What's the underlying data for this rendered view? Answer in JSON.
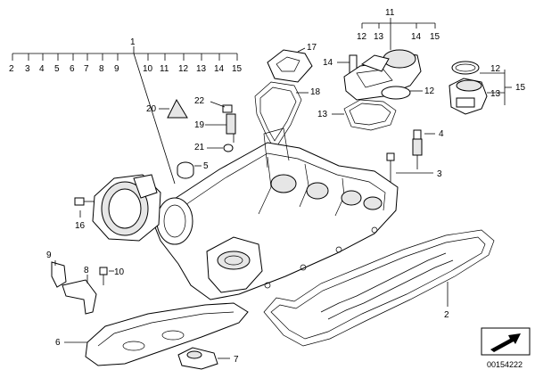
{
  "callouts": {
    "c1": "1",
    "c2": "2",
    "c3": "3",
    "c4": "4",
    "c5": "5",
    "c6": "6",
    "c7": "7",
    "c8": "8",
    "c9": "9",
    "c10": "10",
    "c11": "11",
    "c12": "12",
    "c13": "13",
    "c14": "14",
    "c15": "15",
    "c16": "16",
    "c17": "17",
    "c18": "18",
    "c19": "19",
    "c20": "20",
    "c21": "21",
    "c22": "22"
  },
  "top_left_row": [
    "2",
    "3",
    "4",
    "5",
    "6",
    "7",
    "8",
    "9",
    "10",
    "11",
    "12",
    "13",
    "14",
    "15"
  ],
  "top_right_row": [
    "12",
    "13",
    "14",
    "15"
  ],
  "reference_number": "00154222"
}
